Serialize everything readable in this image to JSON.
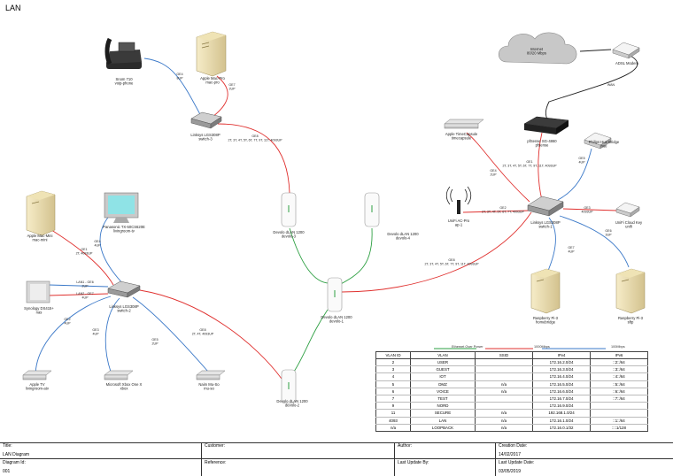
{
  "page": {
    "title": "LAN"
  },
  "colors": {
    "ethernet_over_power": "#2ea043",
    "gbit": "#e0312f",
    "fast": "#3a78c8",
    "cable": "#222222"
  },
  "devices": {
    "phone": {
      "name": "Snom 710",
      "host": "voip-phone",
      "icon": "desk-phone-icon"
    },
    "mac_pro": {
      "name": "Apple Mac-Pro",
      "host": "mac-pro",
      "icon": "tower-server-icon"
    },
    "switch3": {
      "name": "Linksys LGS308P",
      "host": "switch-3",
      "icon": "switch-icon"
    },
    "devolo3": {
      "name": "Devolo dLAN 1200",
      "host": "devolo-3",
      "icon": "powerline-adapter-icon"
    },
    "devolo4": {
      "name": "Devolo dLAN 1200",
      "host": "devolo-4",
      "icon": "powerline-adapter-icon"
    },
    "devolo1": {
      "name": "Devolo dLAN 1200",
      "host": "devolo-1",
      "icon": "powerline-adapter-icon"
    },
    "devolo2": {
      "name": "Devolo dLAN 1200",
      "host": "devolo-2",
      "icon": "powerline-adapter-icon"
    },
    "mac_mini": {
      "name": "Apple Mac-Mini",
      "host": "mac-mini",
      "icon": "tower-server-icon"
    },
    "tv": {
      "name": "Panasonic TX-50CS620E",
      "host": "livingroom-tv",
      "icon": "monitor-icon"
    },
    "nas": {
      "name": "Synology DS415+",
      "host": "nas",
      "icon": "nas-icon"
    },
    "switch2": {
      "name": "Linksys LGS308P",
      "host": "switch-2",
      "icon": "switch-icon"
    },
    "appletv": {
      "name": "Apple TV",
      "host": "livingroom-atv",
      "icon": "set-top-box-icon"
    },
    "xbox": {
      "name": "Microsoft Xbox One X",
      "host": "xbox",
      "icon": "set-top-box-icon"
    },
    "naim": {
      "name": "Naim Mu-So",
      "host": "mu-so",
      "icon": "set-top-box-icon"
    },
    "internet": {
      "name": "Internet",
      "detail": "80/20 Mbps",
      "icon": "cloud-icon"
    },
    "modem": {
      "name": "ADSL Modem",
      "icon": "modem-icon"
    },
    "pfsense": {
      "name": "pfSense SG-4860",
      "host": "pfsense",
      "icon": "firewall-icon"
    },
    "timecapsule": {
      "name": "Apple TimeCapsule",
      "host": "timecapsule",
      "icon": "set-top-box-icon"
    },
    "hue": {
      "name": "Philips Hue Bridge",
      "host": "hue",
      "icon": "modem-icon"
    },
    "ap": {
      "name": "UniFi AC-Pro",
      "host": "ap-1",
      "icon": "wireless-antenna-icon"
    },
    "switch1": {
      "name": "Linksys LGS308P",
      "host": "switch-1",
      "icon": "switch-icon"
    },
    "unifi": {
      "name": "UniFi Cloud Key",
      "host": "unifi",
      "icon": "modem-icon"
    },
    "rpi_hb": {
      "name": "Raspberry Pi-3",
      "host": "homebridge",
      "icon": "tower-server-icon"
    },
    "rpi_sftp": {
      "name": "Raspberry Pi-3",
      "host": "sftp",
      "icon": "tower-server-icon"
    }
  },
  "links": {
    "phone_sw3": [
      "GE4",
      "8UP"
    ],
    "macpro_sw3": [
      "GE7",
      "2UP"
    ],
    "sw3_devolo3": [
      "GE8",
      "2T, 3T, 4T, 5T, 6T, 7T, 9T, 11T, 4093UP"
    ],
    "macmini_sw2": [
      "GE1",
      "2T, 4093UP"
    ],
    "tv_sw2": [
      "GE4",
      "4UP"
    ],
    "nas_sw2_a": [
      "LAN1 - GE6",
      "2UP"
    ],
    "nas_sw2_b": [
      "LAN2 - GE7",
      "4UP"
    ],
    "appletv_sw2": [
      "GE2",
      "4UP"
    ],
    "xbox_sw2": [
      "GE3",
      "4UP"
    ],
    "naim_sw2": [
      "GE5",
      "2UP"
    ],
    "sw2_devolo2": [
      "GE8",
      "2T, 4T, 4093UP"
    ],
    "devolo1_sw1": [
      "GE8",
      "2T, 3T, 4T, 5T, 6T, 7T, 9T, 11T, 4093UP"
    ],
    "modem_pfsense": [
      "WAN"
    ],
    "pfsense_sw1": [
      "GE1",
      "2T, 3T, 4T, 5T, 6T, 7T, 9T, 11T, 4093UP"
    ],
    "timecapsule_sw1": [
      "GE4",
      "2UP"
    ],
    "hue_sw1": [
      "GE5",
      "4UP"
    ],
    "ap_sw1": [
      "GE2",
      "2T, 3T, 4T, 5T, 6T, 7T, 4093UP"
    ],
    "unifi_sw1": [
      "GE3",
      "4093UP"
    ],
    "rpi_hb_sw1": [
      "GE7",
      "4UP"
    ],
    "rpi_sftp_sw1": [
      "GE6",
      "3UP"
    ]
  },
  "legend": [
    {
      "label": "Ethernet Over Power",
      "color": "#2ea043"
    },
    {
      "label": "1000Mbps",
      "color": "#e0312f"
    },
    {
      "label": "100Mbps",
      "color": "#3a78c8"
    }
  ],
  "vlan_table": {
    "headers": [
      "VLAN ID",
      "VLAN",
      "SSID",
      "IPv4",
      "IPv6"
    ],
    "rows": [
      [
        "2",
        "USER",
        "",
        "172.16.2.0/24",
        "::2::/64"
      ],
      [
        "3",
        "GUEST",
        "",
        "172.16.3.0/24",
        "::3::/64"
      ],
      [
        "4",
        "IOT",
        "",
        "172.16.4.0/24",
        "::4::/64"
      ],
      [
        "5",
        "DMZ",
        "n/a",
        "172.16.5.0/24",
        "::5::/64"
      ],
      [
        "6",
        "VOICE",
        "n/a",
        "172.16.6.0/24",
        "::6::/64"
      ],
      [
        "7",
        "TEST",
        "",
        "172.16.7.0/24",
        "::7::/64"
      ],
      [
        "9",
        "NORD",
        "",
        "172.16.9.0/24",
        ""
      ],
      [
        "11",
        "SECURE",
        "n/a",
        "192.168.1.0/24",
        ""
      ],
      [
        "4093",
        "LAN",
        "n/a",
        "172.16.1.0/24",
        "::1::/64"
      ],
      [
        "n/a",
        "LOOPBACK",
        "n/a",
        "172.16.0.1/32",
        "::::1/128"
      ]
    ]
  },
  "footer": {
    "title_label": "Title:",
    "title_value": "LAN Diagram",
    "customer_label": "Customer:",
    "customer_value": "",
    "author_label": "Author:",
    "author_value": "",
    "creation_label": "Creation Date:",
    "creation_value": "14/02/2017",
    "diagram_id_label": "Diagram Id:",
    "diagram_id_value": "001",
    "reference_label": "Reference:",
    "reference_value": "",
    "last_by_label": "Last Update By:",
    "last_by_value": "",
    "last_date_label": "Last Update Date:",
    "last_date_value": "03/05/2019"
  }
}
